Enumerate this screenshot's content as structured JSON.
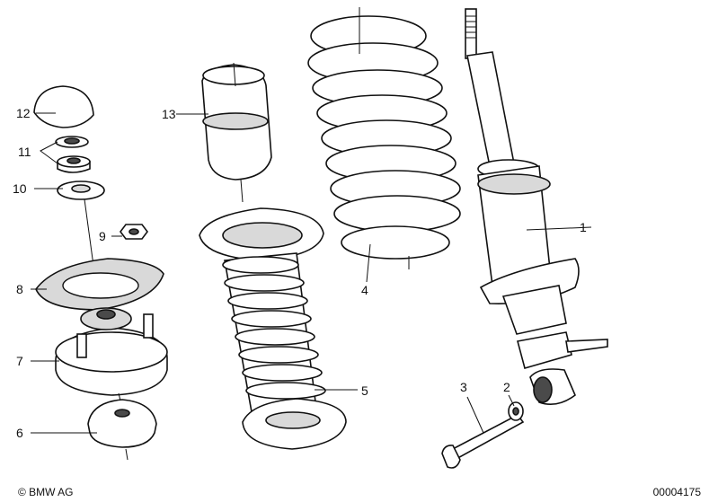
{
  "diagram": {
    "callouts": {
      "c1": "1",
      "c2": "2",
      "c3": "3",
      "c4": "4",
      "c5": "5",
      "c6": "6",
      "c7": "7",
      "c8": "8",
      "c9": "9",
      "c10": "10",
      "c11": "11",
      "c12": "12",
      "c13": "13"
    },
    "footer": {
      "brand": "© BMW AG",
      "code": "00004175"
    }
  }
}
